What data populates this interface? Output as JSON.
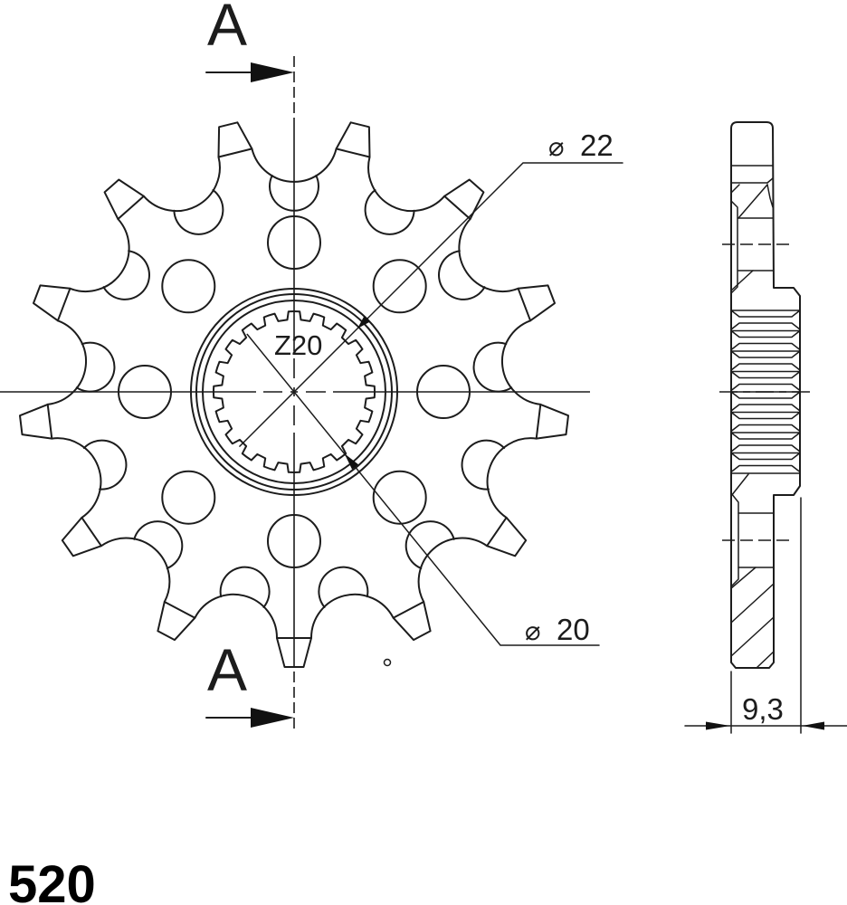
{
  "section_marks": {
    "top": "A",
    "bottom": "A"
  },
  "front_view": {
    "spline_label": "Z20",
    "outer_diameter": {
      "symbol": "⌀",
      "value": "22"
    },
    "inner_diameter": {
      "symbol": "⌀",
      "value": "20"
    }
  },
  "side_view": {
    "thickness": "9,3"
  },
  "chain_pitch": "520",
  "colors": {
    "line": "#1c1c1c",
    "background": "#ffffff"
  }
}
